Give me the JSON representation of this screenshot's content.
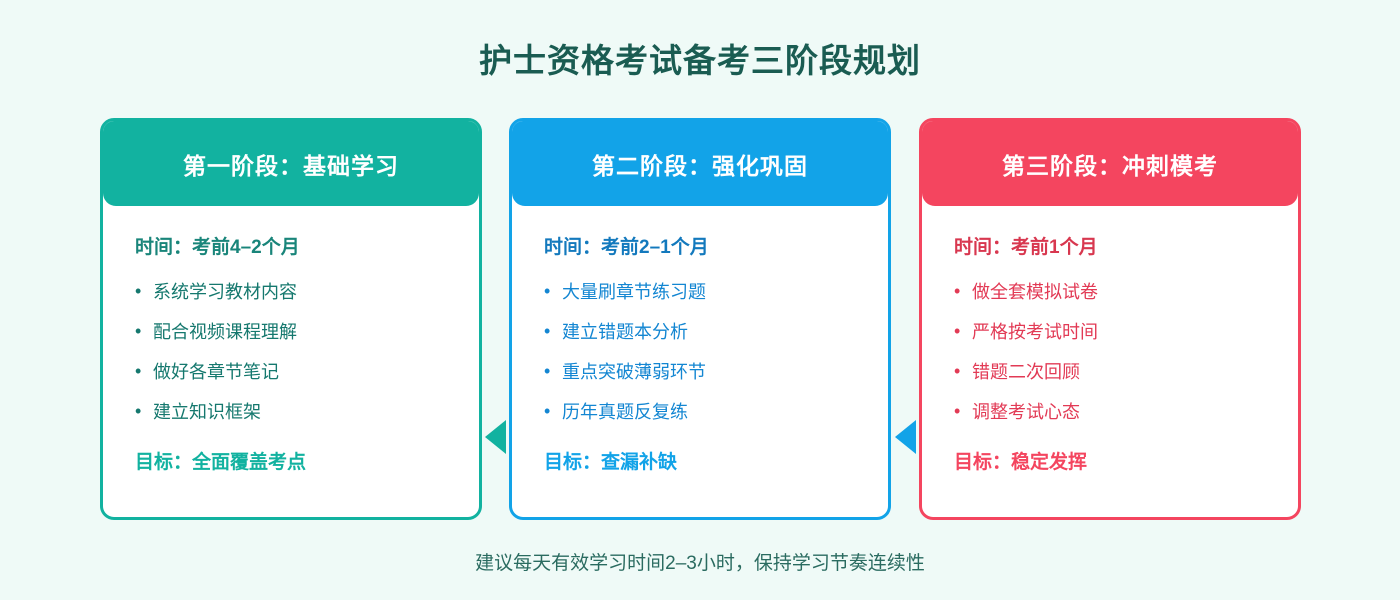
{
  "title": "护士资格考试备考三阶段规划",
  "colors": {
    "background": "#effaf7",
    "title": "#1a5c52",
    "stage1": "#12b2a0",
    "stage2": "#12a3e8",
    "stage3": "#f4455f",
    "footer": "#2a6b60"
  },
  "stages": [
    {
      "header": "第一阶段：基础学习",
      "time": "时间：考前4–2个月",
      "bullets": [
        "系统学习教材内容",
        "配合视频课程理解",
        "做好各章节笔记",
        "建立知识框架"
      ],
      "goal": "目标：全面覆盖考点"
    },
    {
      "header": "第二阶段：强化巩固",
      "time": "时间：考前2–1个月",
      "bullets": [
        "大量刷章节练习题",
        "建立错题本分析",
        "重点突破薄弱环节",
        "历年真题反复练"
      ],
      "goal": "目标：查漏补缺"
    },
    {
      "header": "第三阶段：冲刺模考",
      "time": "时间：考前1个月",
      "bullets": [
        "做全套模拟试卷",
        "严格按考试时间",
        "错题二次回顾",
        "调整考试心态"
      ],
      "goal": "目标：稳定发挥"
    }
  ],
  "footer": "建议每天有效学习时间2–3小时，保持学习节奏连续性"
}
